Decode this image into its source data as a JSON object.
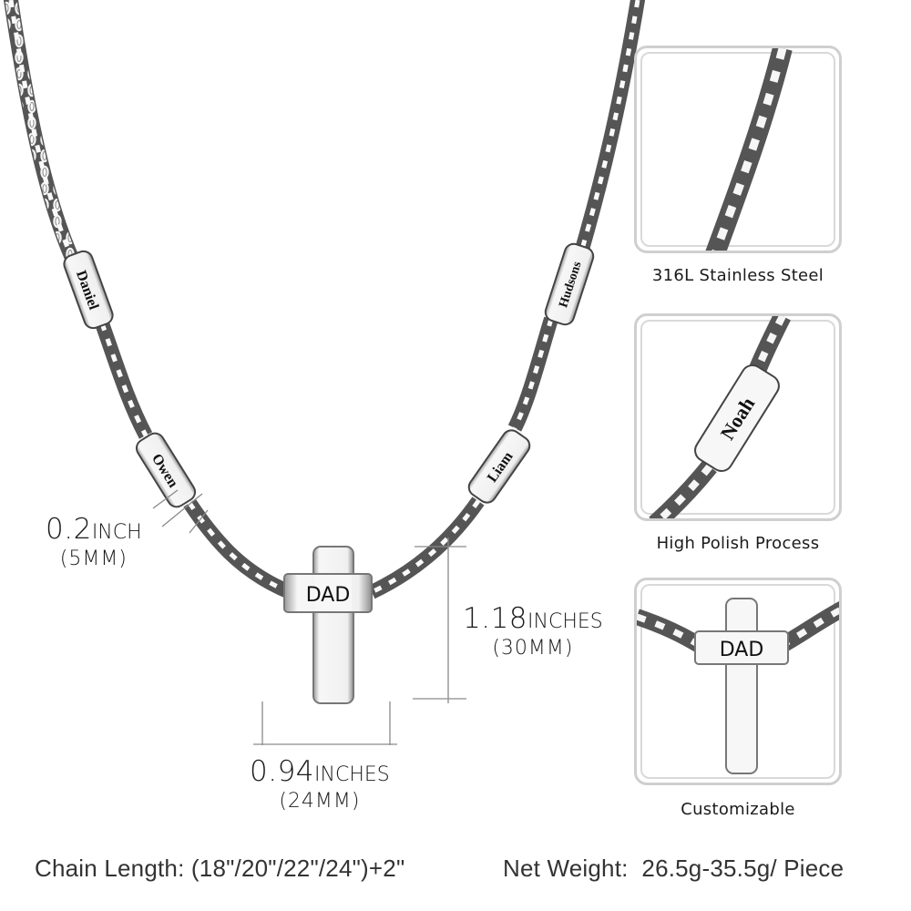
{
  "product": {
    "pendant_engraving": "DAD",
    "tag_names": [
      "Daniel",
      "Owen",
      "Liam",
      "Hudsons"
    ]
  },
  "dimensions": {
    "chain_width": {
      "value": "0.2",
      "unit": "INCH",
      "metric": "(5MM)"
    },
    "pendant_height": {
      "value": "1.18",
      "unit": "INCHES",
      "metric": "(30MM)"
    },
    "pendant_width": {
      "value": "0.94",
      "unit": "INCHES",
      "metric": "(24MM)"
    }
  },
  "feature_panels": [
    {
      "caption": "316L Stainless Steel",
      "icon": "chain-closeup"
    },
    {
      "caption": "High Polish Process",
      "icon": "name-tag-closeup",
      "engraving": "Noah"
    },
    {
      "caption": "Customizable",
      "icon": "cross-pendant-closeup",
      "engraving": "DAD"
    }
  ],
  "footer": {
    "chain_length": "Chain Length: (18\"/20\"/22\"/24\")+2\"",
    "net_weight": "Net Weight:  26.5g-35.5g/ Piece"
  },
  "colors": {
    "background": "#ffffff",
    "metal": "#c8c8c8",
    "metal_dark": "#6b6b6b",
    "panel_border": "#cfcfcf",
    "text": "#1a1a1a",
    "dim_line": "#8a8a8a"
  }
}
